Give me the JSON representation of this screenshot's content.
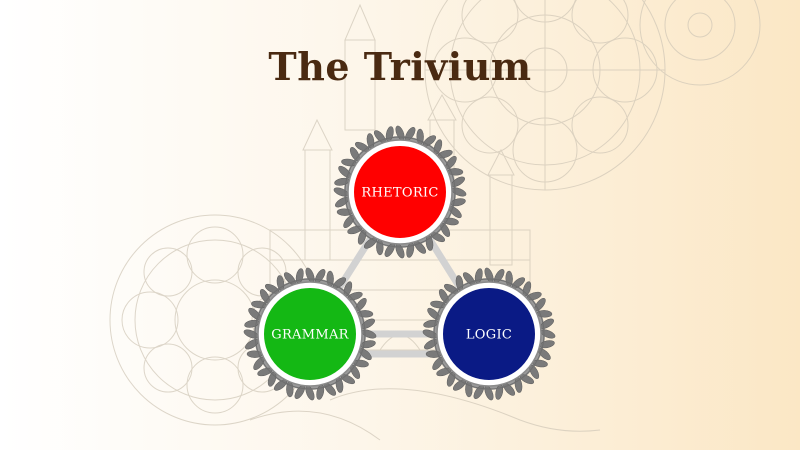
{
  "title": "The Trivium",
  "nodes": [
    {
      "id": "rhetoric",
      "label": "RHETORIC",
      "color": "#ff0000"
    },
    {
      "id": "grammar",
      "label": "GRAMMAR",
      "color": "#14b814"
    },
    {
      "id": "logic",
      "label": "LOGIC",
      "color": "#0a1a85"
    }
  ],
  "colors": {
    "title": "#4a2a12",
    "connector": "#d2d2d2",
    "laurel": "#7a7a7a"
  }
}
